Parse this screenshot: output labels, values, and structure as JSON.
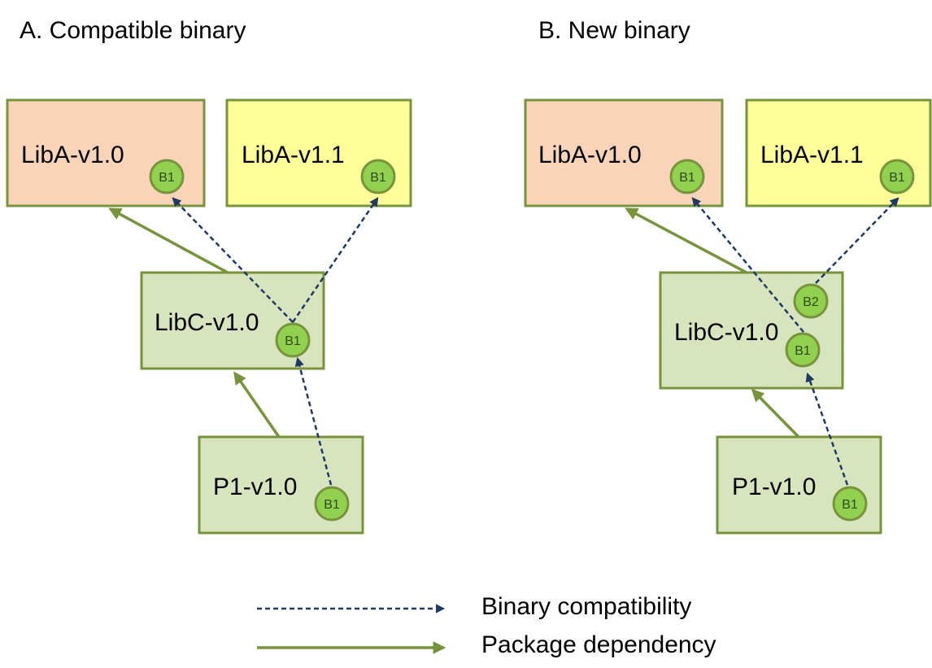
{
  "panels": {
    "a": {
      "title": "A. Compatible binary",
      "boxes": {
        "liba_v10": {
          "label": "LibA-v1.0",
          "badge": "B1"
        },
        "liba_v11": {
          "label": "LibA-v1.1",
          "badge": "B1"
        },
        "libc_v10": {
          "label": "LibC-v1.0",
          "badge": "B1"
        },
        "p1_v10": {
          "label": "P1-v1.0",
          "badge": "B1"
        }
      }
    },
    "b": {
      "title": "B. New binary",
      "boxes": {
        "liba_v10": {
          "label": "LibA-v1.0",
          "badge": "B1"
        },
        "liba_v11": {
          "label": "LibA-v1.1",
          "badge": "B1"
        },
        "libc_v10": {
          "label": "LibC-v1.0",
          "badge": "B1",
          "badge2": "B2"
        },
        "p1_v10": {
          "label": "P1-v1.0",
          "badge": "B1"
        }
      }
    }
  },
  "legend": {
    "binary": "Binary compatibility",
    "package": "Package dependency"
  },
  "colors": {
    "orange_fill": "#fad4b9",
    "yellow_fill": "#ffff99",
    "green_fill": "#d8e4bd",
    "box_border": "#77933c",
    "badge_fill": "#92d050",
    "dashed_arrow": "#1f3864",
    "solid_arrow": "#77933c"
  }
}
